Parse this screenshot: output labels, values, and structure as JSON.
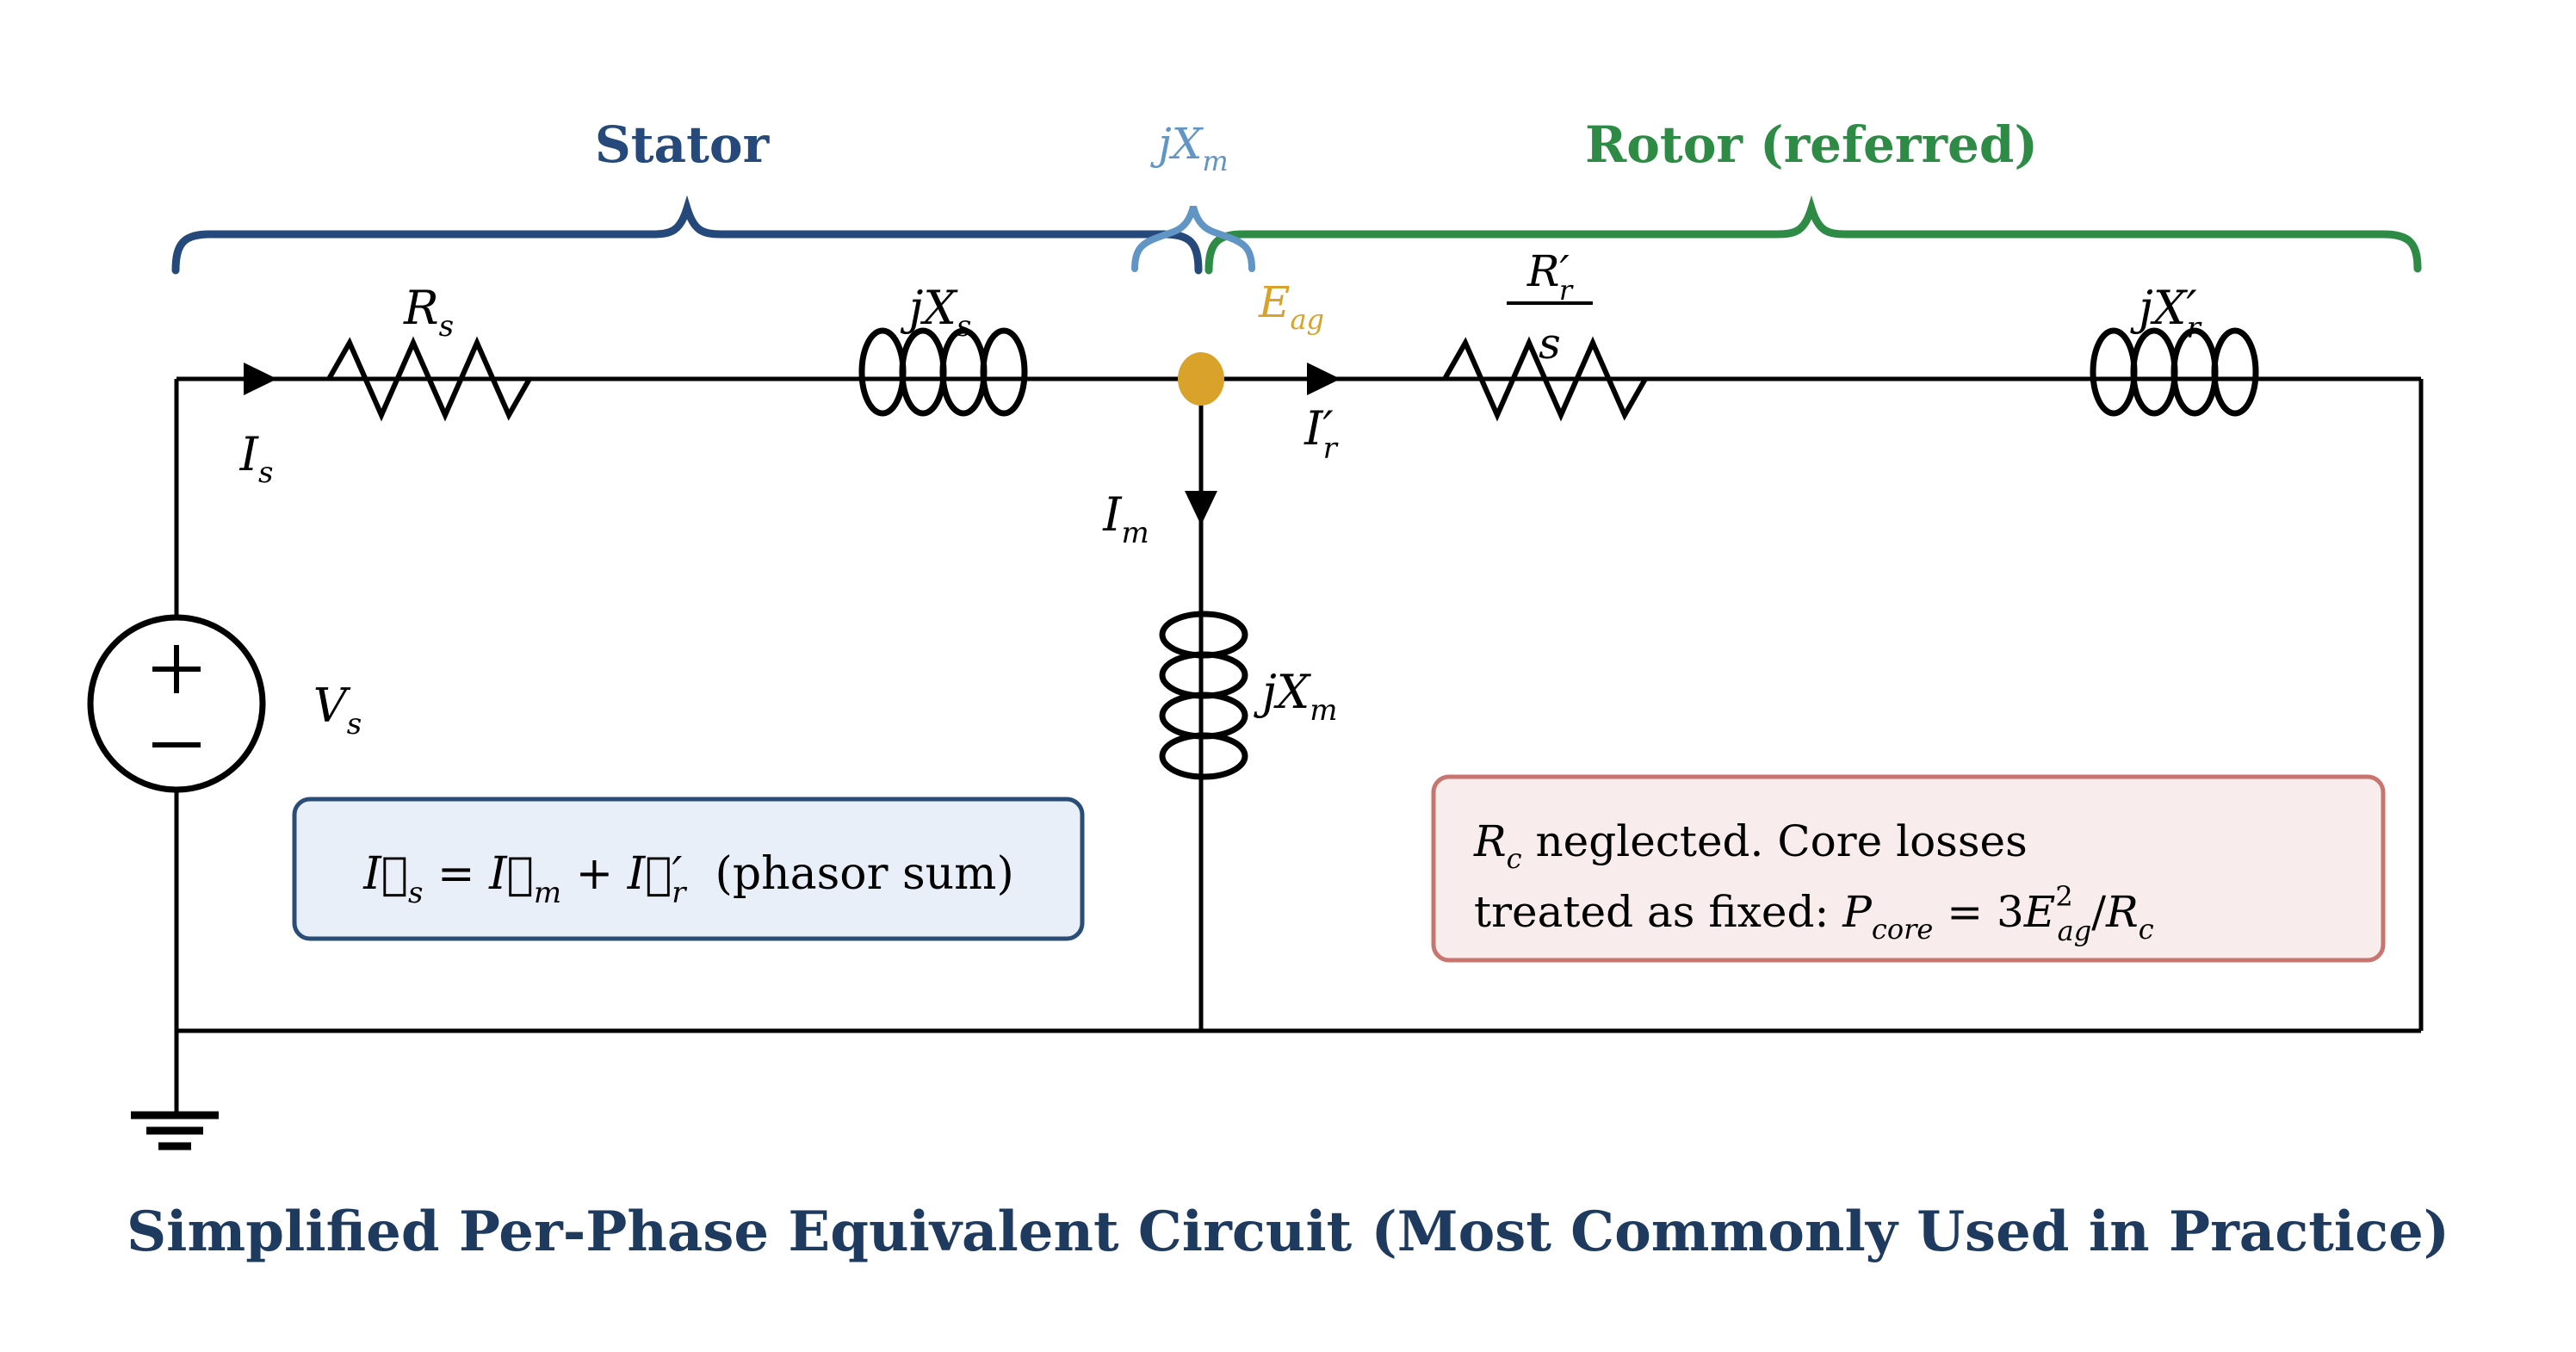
{
  "colors": {
    "navy": "#25497B",
    "title_navy": "#1E3A5F",
    "light_blue": "#6095C6",
    "green": "#2E8B45",
    "gold": "#D9A32B",
    "wire": "#000000",
    "formula_box_fill": "#E9EFF9",
    "formula_box_border": "#2A4D77",
    "note_box_fill": "#F9ECEC",
    "note_box_border": "#C9756F"
  },
  "regions": {
    "stator": "Stator",
    "magnetizing_main": "jX",
    "magnetizing_sub": "m",
    "rotor": "Rotor (referred)"
  },
  "labels": {
    "rs_main": "R",
    "rs_sub": "s",
    "jxs_main": "jX",
    "jxs_sub": "s",
    "eag_main": "E",
    "eag_sub": "ag",
    "rr_num_main": "R′",
    "rr_num_sub": "r",
    "rr_den": "s",
    "jxr_main": "jX′",
    "jxr_sub": "r",
    "jxm_main": "jX",
    "jxm_sub": "m",
    "vs_main": "V",
    "vs_sub": "s",
    "is_main": "I",
    "is_sub": "s",
    "ir_main": "I′",
    "ir_sub": "r",
    "im_main": "I",
    "im_sub": "m"
  },
  "formula_box": {
    "i_s_main": "I⃗",
    "i_s_sub": "s",
    "equals": " = ",
    "i_m_main": "I⃗",
    "i_m_sub": "m",
    "plus": " + ",
    "i_r_main": "I⃗′",
    "i_r_sub": "r",
    "note": "(phasor sum)"
  },
  "note_box": {
    "rc_main": "R",
    "rc_sub": "c",
    "line1_rest": " neglected.  Core losses",
    "line2_start": "treated as fixed:  ",
    "p_main": "P",
    "p_sub": "core",
    "eq": " = 3",
    "e_main": "E",
    "e_sup": "2",
    "e_sub": "ag",
    "slash": "/",
    "rc2_main": "R",
    "rc2_sub": "c"
  },
  "title": "Simplified Per-Phase Equivalent Circuit (Most Commonly Used in Practice)"
}
